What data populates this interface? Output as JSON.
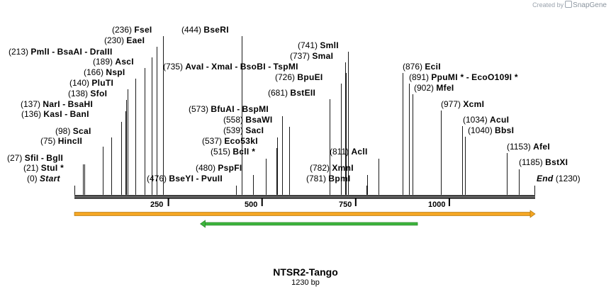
{
  "branding": {
    "created_by": "Created by",
    "product": "SnapGene"
  },
  "map": {
    "title": "NTSR2-Tango",
    "length_label": "1230 bp",
    "length": 1230,
    "ruler_ticks": [
      "250",
      "500",
      "750",
      "1000"
    ],
    "start_label": "Start",
    "start_pos": "(0)",
    "end_label": "End",
    "end_pos": "(1230)",
    "features": [
      {
        "name": "orange-arrow",
        "start": 0,
        "end": 1230,
        "direction": "forward",
        "color": "#f5a623"
      },
      {
        "name": "green-arrow",
        "start": 336,
        "end": 916,
        "direction": "reverse",
        "color": "#3db53d"
      }
    ],
    "sites": [
      {
        "pos": "(27)",
        "names": [
          "SfiI",
          "BglI"
        ]
      },
      {
        "pos": "(21)",
        "names": [
          "StuI *"
        ]
      },
      {
        "pos": "(75)",
        "names": [
          "HincII"
        ]
      },
      {
        "pos": "(98)",
        "names": [
          "ScaI"
        ]
      },
      {
        "pos": "(136)",
        "names": [
          "KasI",
          "BanI"
        ]
      },
      {
        "pos": "(137)",
        "names": [
          "NarI",
          "BsaHI"
        ]
      },
      {
        "pos": "(138)",
        "names": [
          "SfoI"
        ]
      },
      {
        "pos": "(140)",
        "names": [
          "PluTI"
        ]
      },
      {
        "pos": "(166)",
        "names": [
          "NspI"
        ]
      },
      {
        "pos": "(189)",
        "names": [
          "AscI"
        ]
      },
      {
        "pos": "(213)",
        "names": [
          "PmlI",
          "BsaAI",
          "DraIII"
        ]
      },
      {
        "pos": "(230)",
        "names": [
          "EaeI"
        ]
      },
      {
        "pos": "(236)",
        "names": [
          "FseI"
        ]
      },
      {
        "pos": "(444)",
        "names": [
          "BseRI"
        ]
      },
      {
        "pos": "(735)",
        "names": [
          "AvaI",
          "XmaI",
          "BsoBI",
          "TspMI"
        ]
      },
      {
        "pos": "(476)",
        "names": [
          "BseYI",
          "PvuII"
        ]
      },
      {
        "pos": "(480)",
        "names": [
          "PspFI"
        ]
      },
      {
        "pos": "(515)",
        "names": [
          "BclI *"
        ]
      },
      {
        "pos": "(537)",
        "names": [
          "Eco53kI"
        ]
      },
      {
        "pos": "(539)",
        "names": [
          "SacI"
        ]
      },
      {
        "pos": "(558)",
        "names": [
          "BsaWI"
        ]
      },
      {
        "pos": "(573)",
        "names": [
          "BfuAI",
          "BspMI"
        ]
      },
      {
        "pos": "(681)",
        "names": [
          "BstEII"
        ]
      },
      {
        "pos": "(726)",
        "names": [
          "BpuEI"
        ]
      },
      {
        "pos": "(737)",
        "names": [
          "SmaI"
        ]
      },
      {
        "pos": "(741)",
        "names": [
          "SmlI"
        ]
      },
      {
        "pos": "(811)",
        "names": [
          "AclI"
        ]
      },
      {
        "pos": "(782)",
        "names": [
          "XmnI"
        ]
      },
      {
        "pos": "(781)",
        "names": [
          "BpmI"
        ]
      },
      {
        "pos": "(876)",
        "names": [
          "EciI"
        ]
      },
      {
        "pos": "(891)",
        "names": [
          "PpuMI *",
          "EcoO109I *"
        ]
      },
      {
        "pos": "(902)",
        "names": [
          "MfeI"
        ]
      },
      {
        "pos": "(977)",
        "names": [
          "XcmI"
        ]
      },
      {
        "pos": "(1034)",
        "names": [
          "AcuI"
        ]
      },
      {
        "pos": "(1040)",
        "names": [
          "BbsI"
        ]
      },
      {
        "pos": "(1153)",
        "names": [
          "AfeI"
        ]
      },
      {
        "pos": "(1185)",
        "names": [
          "BstXI"
        ]
      }
    ]
  }
}
